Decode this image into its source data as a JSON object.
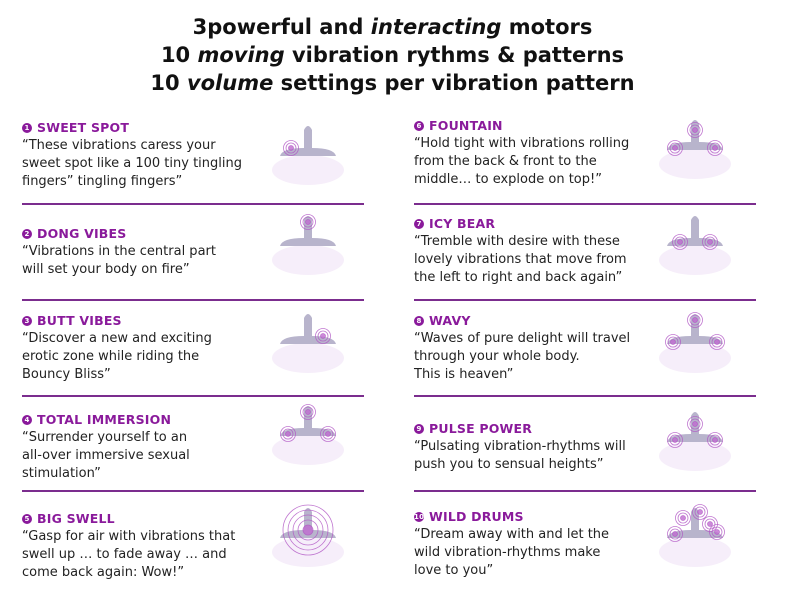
{
  "header": {
    "line1": {
      "pre": "3powerful and ",
      "em": "interacting",
      "post": " motors"
    },
    "line2": {
      "pre": "10 ",
      "em": "moving",
      "post": " vibration rythms & patterns"
    },
    "line3": {
      "pre": "10 ",
      "em": "volume",
      "post": " settings per vibration pattern"
    }
  },
  "patterns": [
    {
      "num": "1",
      "title": "SWEET SPOT",
      "desc": "“These vibrations caress your\n  sweet spot like a 100 tiny tingling\n  fingers” tingling fingers”"
    },
    {
      "num": "2",
      "title": "DONG VIBES",
      "desc": "“Vibrations in the central part\n  will set your body on fire”"
    },
    {
      "num": "3",
      "title": "BUTT VIBES",
      "desc": "“Discover a new and exciting\n  erotic zone while riding the\n  Bouncy Bliss”"
    },
    {
      "num": "4",
      "title": "TOTAL IMMERSION",
      "desc": "“Surrender yourself to an\n  all-over immersive sexual\n  stimulation”"
    },
    {
      "num": "5",
      "title": "BIG SWELL",
      "desc": "“Gasp for air with vibrations that\n  swell up … to fade away … and\n  come back again: Wow!”"
    },
    {
      "num": "6",
      "title": "FOUNTAIN",
      "desc": "“Hold tight with vibrations rolling\n  from the back & front to the\n  middle… to explode on top!”"
    },
    {
      "num": "7",
      "title": "ICY BEAR",
      "desc": "“Tremble with desire with these\n  lovely vibrations that move from\n  the left to right and back again”"
    },
    {
      "num": "8",
      "title": "WAVY",
      "desc": "“Waves of pure delight will travel\n  through your whole body.\n  This is heaven”"
    },
    {
      "num": "9",
      "title": "PULSE  POWER",
      "desc": "“Pulsating vibration-rhythms will\n  push you to sensual heights”"
    },
    {
      "num": "10",
      "title": "WILD DRUMS",
      "desc": "“Dream away with and let the\n  wild vibration-rhythms make\n  love to you”"
    }
  ],
  "colors": {
    "accent": "#8a1a9b",
    "divider": "#7b2d8e",
    "device": "#b8b4cc",
    "base": "#f6eefa"
  }
}
